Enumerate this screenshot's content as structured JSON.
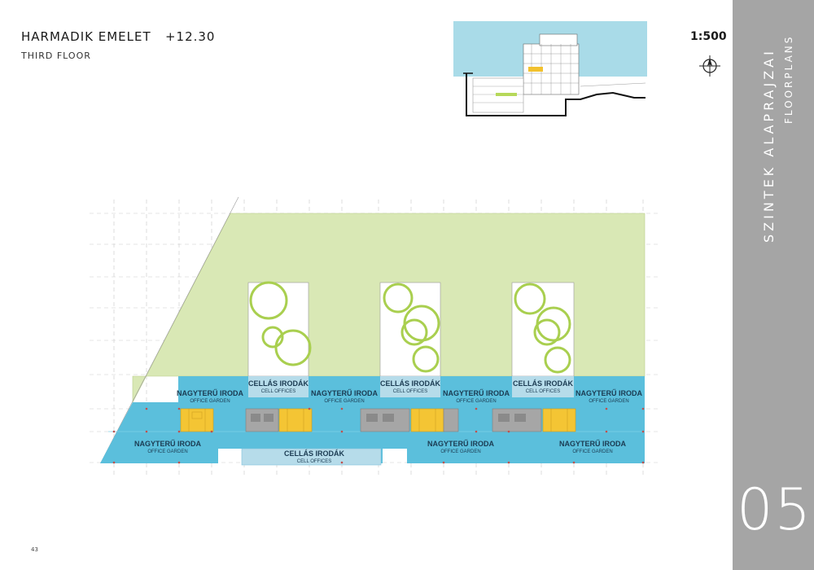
{
  "header": {
    "title": "HARMADIK EMELET",
    "level": "+12.30",
    "subtitle": "THIRD FLOOR",
    "scale": "1:500"
  },
  "sidebar": {
    "title": "SZINTEK ALAPRAJZAI",
    "subtitle": "FLOORPLANS",
    "chapter": "05"
  },
  "footer": {
    "page_number": "43"
  },
  "plan": {
    "labels": {
      "office_garden_hu": "NAGYTERŰ IRODA",
      "office_garden_en": "OFFICE GARDEN",
      "cell_offices_hu": "CELLÁS IRODÁK",
      "cell_offices_en": "CELL OFFICES"
    },
    "colors": {
      "office_blue": "#5bbfdc",
      "cell_light_blue": "#b6dcea",
      "green_roof": "#d9e8b5",
      "core_yellow": "#f4c534",
      "core_grey": "#a6a6a6",
      "tree_ring": "#a9cf4f"
    }
  }
}
